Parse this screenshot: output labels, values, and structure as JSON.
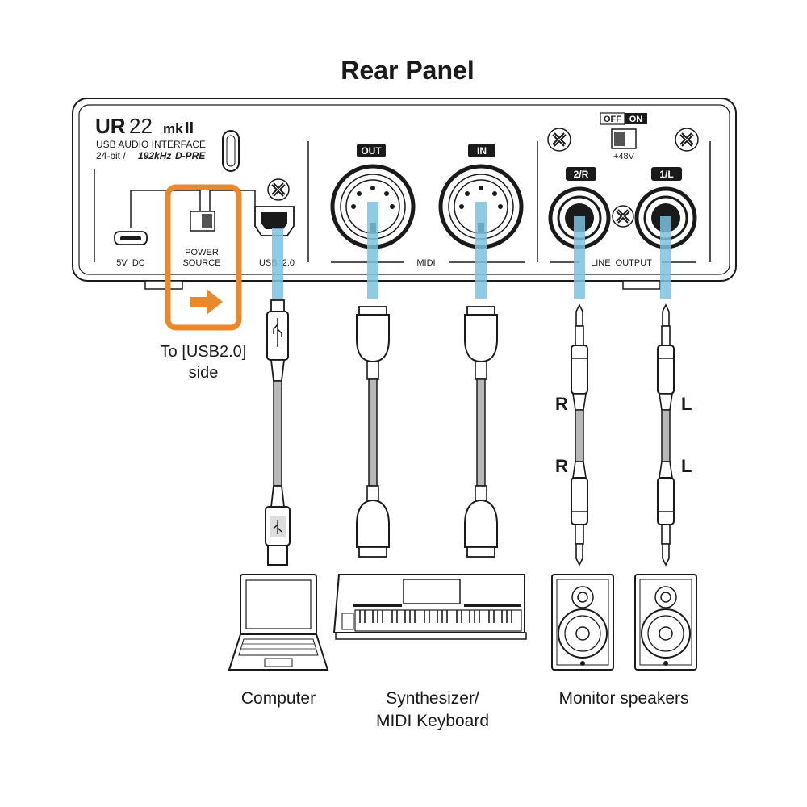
{
  "title": "Rear Panel",
  "colors": {
    "connection_line": "#7cc2e0",
    "highlight": "#e8892e",
    "ink": "#1a1a1a",
    "cable_gray": "#b8b8b8"
  },
  "device": {
    "model_main": "UR",
    "model_num": "22",
    "model_mk": "mk",
    "model_roman": "II",
    "subtitle": "USB AUDIO INTERFACE",
    "spec_prefix": "24-bit /",
    "spec_rate": "192kHz",
    "spec_pre": "D-PRE"
  },
  "ports": {
    "dc_label": "5V  DC",
    "power_source_label_1": "POWER",
    "power_source_label_2": "SOURCE",
    "usb_label": "USB  2.0",
    "midi_out": "OUT",
    "midi_in": "IN",
    "midi_group": "MIDI",
    "line_2r": "2/R",
    "line_1l": "1/L",
    "line_group": "LINE  OUTPUT",
    "phantom_off": "OFF",
    "phantom_on": "ON",
    "phantom_value": "+48V"
  },
  "note": {
    "line1": "To [USB2.0]",
    "line2": "side"
  },
  "cable_labels": {
    "r_top": "R",
    "r_bottom": "R",
    "l_top": "L",
    "l_bottom": "L"
  },
  "devices": {
    "computer": "Computer",
    "synth_1": "Synthesizer/",
    "synth_2": "MIDI Keyboard",
    "speakers": "Monitor speakers"
  }
}
